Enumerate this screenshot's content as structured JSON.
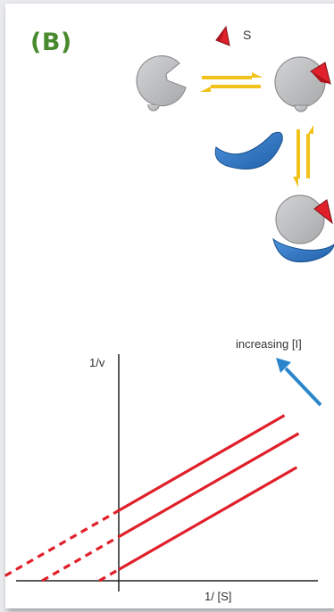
{
  "panel": {
    "label": "(B)"
  },
  "mechanism": {
    "substrate_label": "S",
    "colors": {
      "enzyme": "#bcbcbe",
      "enzyme_edge": "#8f9092",
      "substrate": "#e0202a",
      "inhibitor": "#2f78c4",
      "arrow": "#f2c21a"
    }
  },
  "chart_data": {
    "type": "line",
    "title": "",
    "xlabel": "1/ [S]",
    "ylabel": "1/v",
    "annotation": "increasing [I]",
    "grid": false,
    "xlim": [
      -1.2,
      2.2
    ],
    "ylim": [
      -0.05,
      2.35
    ],
    "line_color": "#e0202a",
    "arrow_color": "#2a86cc",
    "series": [
      {
        "slope": 0.58,
        "intercept": 0.12,
        "x_end": 1.88
      },
      {
        "slope": 0.58,
        "intercept": 0.47,
        "x_end": 1.9
      },
      {
        "slope": 0.58,
        "intercept": 0.75,
        "x_end": 1.75
      }
    ],
    "extrapolation": "dashed segments for 1/[S] < 0"
  }
}
